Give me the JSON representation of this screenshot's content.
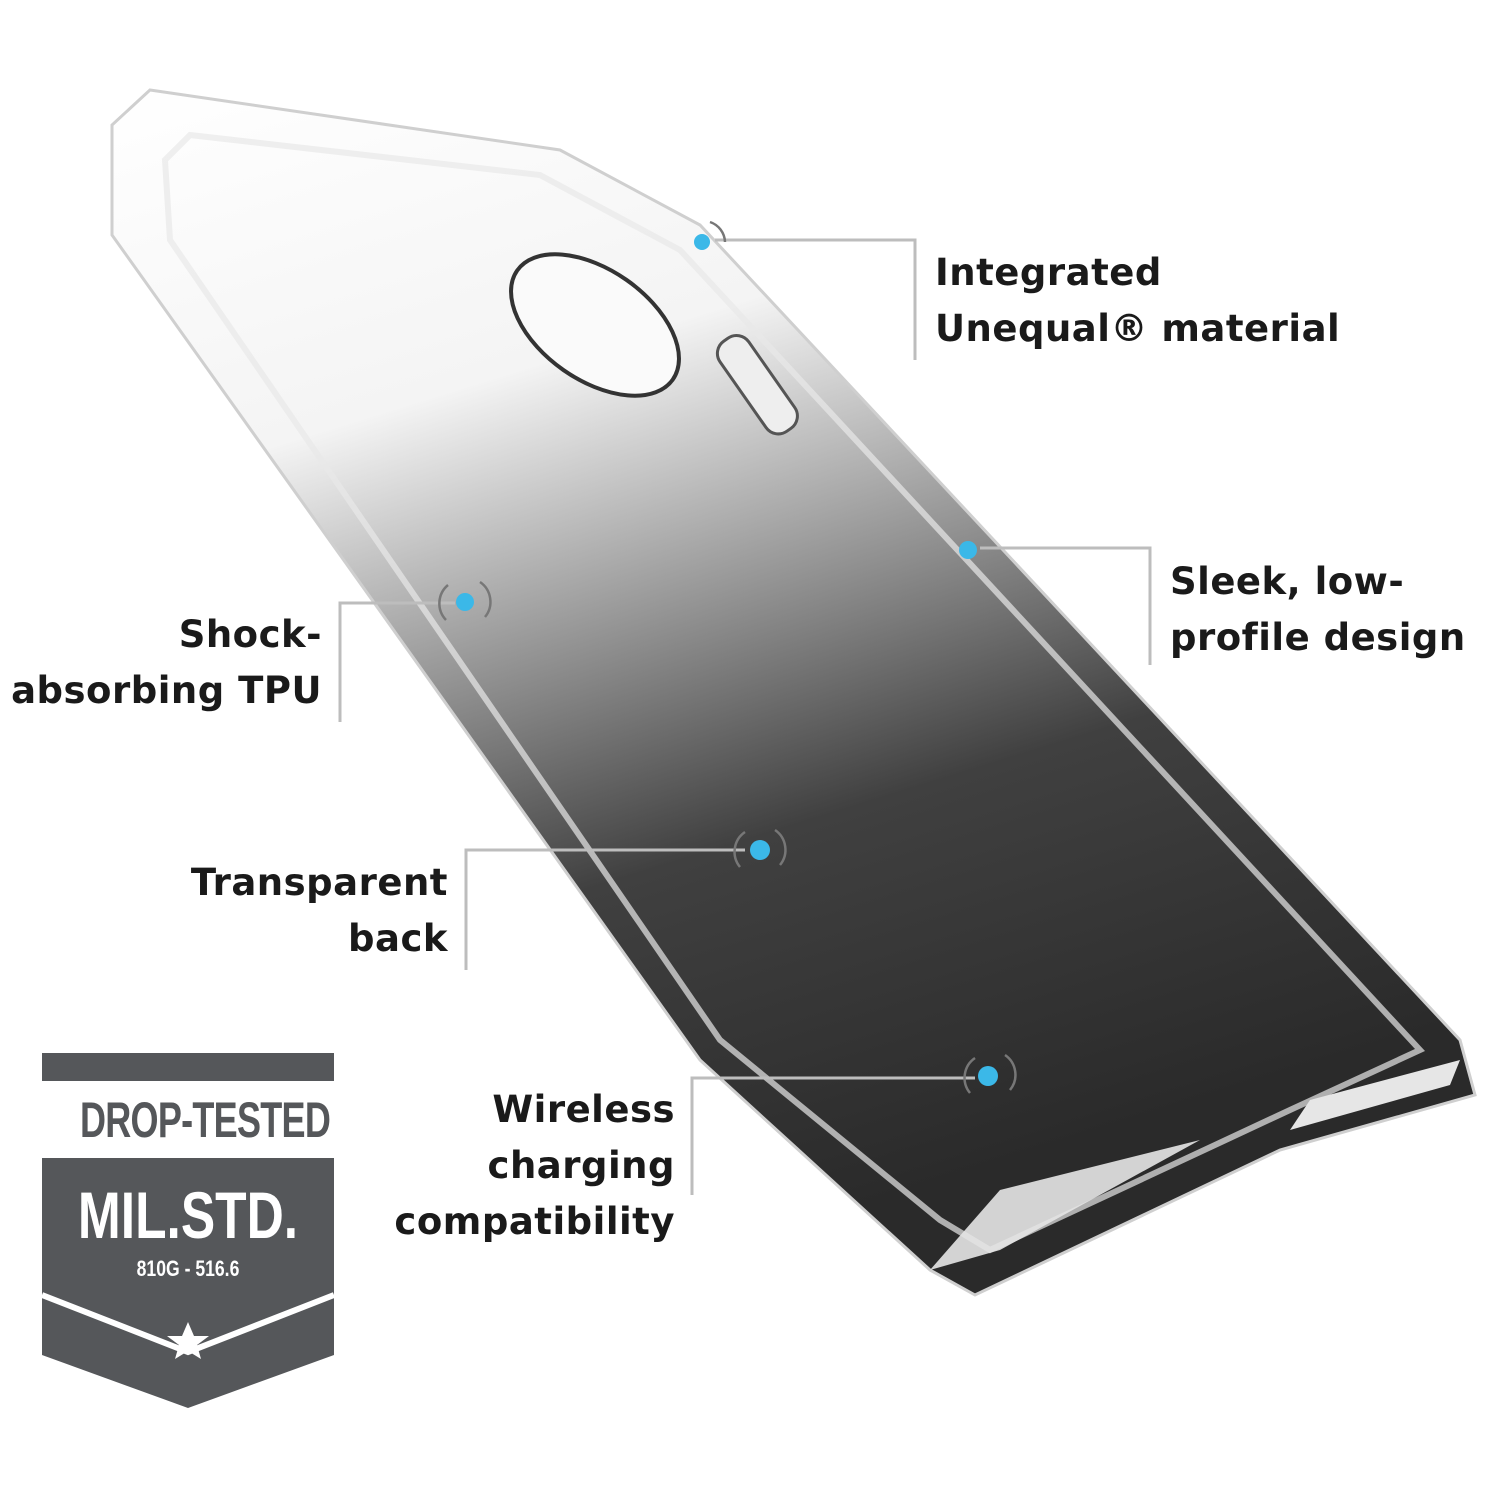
{
  "features": [
    {
      "id": "integrated",
      "lines": [
        "Integrated",
        "Unequal® material"
      ]
    },
    {
      "id": "sleek",
      "lines": [
        "Sleek, low-",
        "profile design"
      ]
    },
    {
      "id": "shock",
      "lines": [
        "Shock-",
        "absorbing TPU"
      ]
    },
    {
      "id": "transparent",
      "lines": [
        "Transparent",
        "back"
      ]
    },
    {
      "id": "wireless",
      "lines": [
        "Wireless",
        "charging",
        "compatibility"
      ]
    }
  ],
  "badge": {
    "top": "DROP-TESTED",
    "main": "MIL.STD.",
    "sub": "810G - 516.6",
    "icon": "star-icon"
  },
  "colors": {
    "accent": "#3bb8e8",
    "badge": "#55575a",
    "line": "#bdbdbd"
  }
}
